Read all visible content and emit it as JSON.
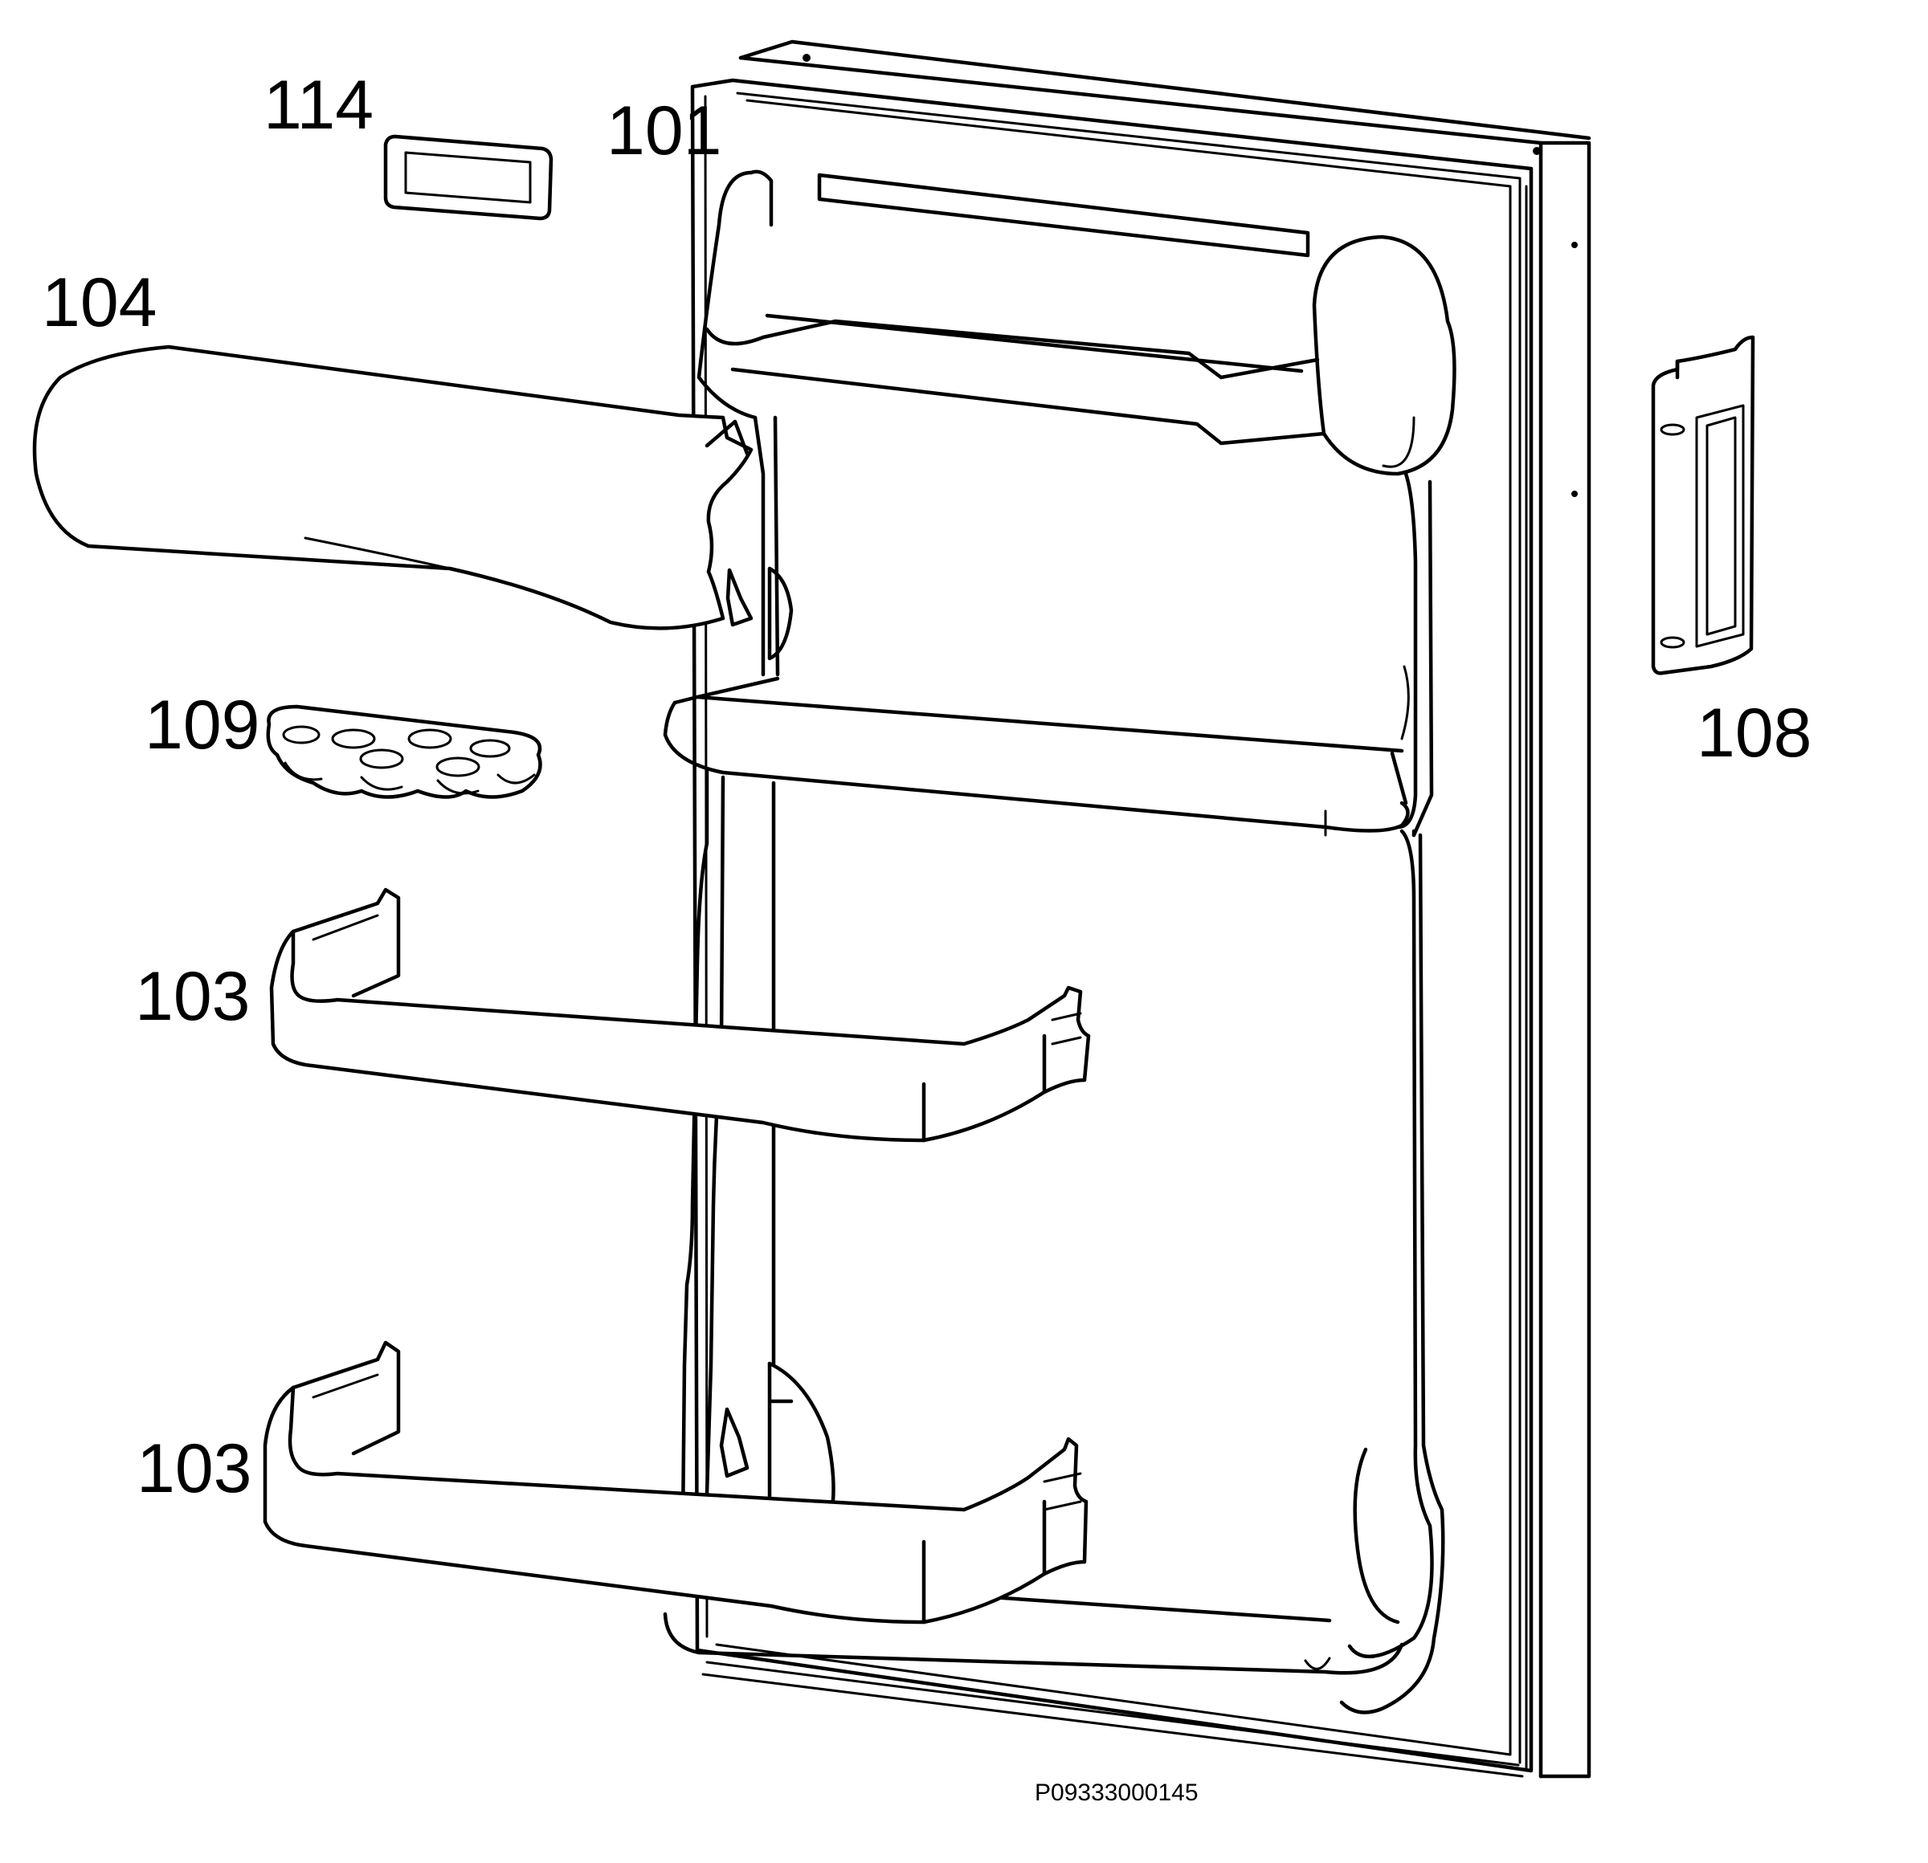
{
  "diagram": {
    "parts": [
      {
        "id": "114",
        "label": "114"
      },
      {
        "id": "101",
        "label": "101"
      },
      {
        "id": "104",
        "label": "104"
      },
      {
        "id": "109",
        "label": "109"
      },
      {
        "id": "108",
        "label": "108"
      },
      {
        "id": "103a",
        "label": "103"
      },
      {
        "id": "103b",
        "label": "103"
      }
    ],
    "document_code": "P09333000145"
  },
  "colors": {
    "line": "#000000",
    "background": "#ffffff"
  }
}
